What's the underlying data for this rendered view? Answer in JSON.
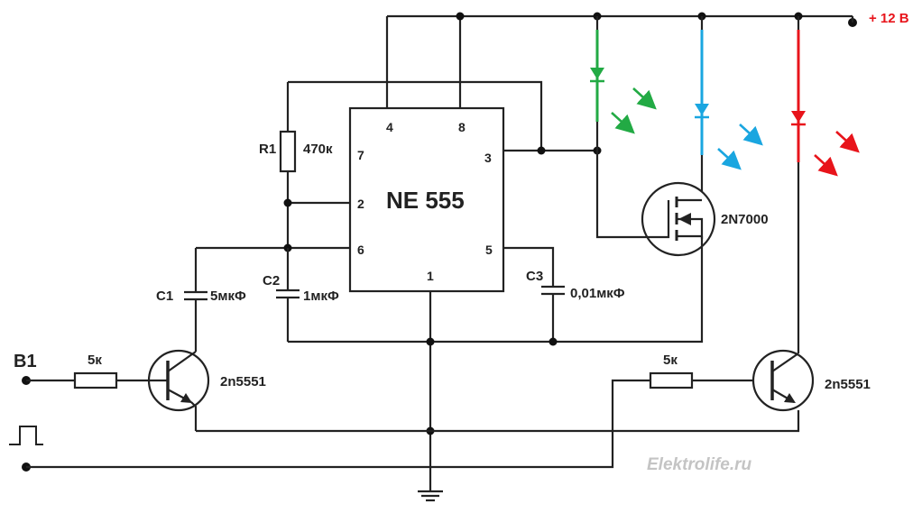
{
  "chip": {
    "name": "NE 555",
    "pins": {
      "p4": "4",
      "p8": "8",
      "p7": "7",
      "p3": "3",
      "p2": "2",
      "p6": "6",
      "p5": "5",
      "p1": "1"
    }
  },
  "components": {
    "r1_name": "R1",
    "r1_value": "470к",
    "c1_name": "C1",
    "c1_value": "5мкФ",
    "c2_name": "C2",
    "c2_value": "1мкФ",
    "c3_name": "C3",
    "c3_value": "0,01мкФ",
    "r_left_value": "5к",
    "r_right_value": "5к",
    "q_left": "2n5551",
    "q_right": "2n5551",
    "mosfet": "2N7000"
  },
  "supply": {
    "label": "+ 12 В"
  },
  "input": {
    "label": "В1"
  },
  "watermark": "Elektrolife.ru",
  "colors": {
    "green_led": "#22aa44",
    "blue_led": "#1aa6e0",
    "red_led": "#e8141b",
    "supply_text": "#e8141b",
    "watermark": "#c4c4c4",
    "wire": "#222222"
  }
}
